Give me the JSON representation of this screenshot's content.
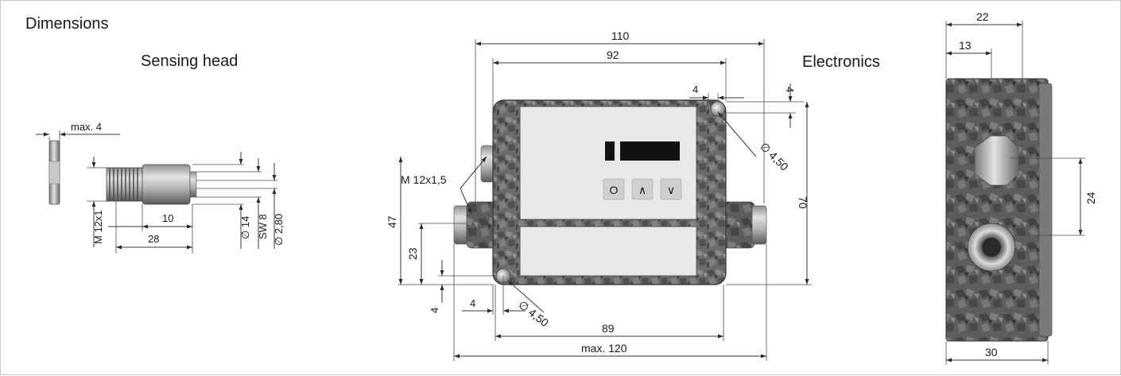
{
  "headings": {
    "title": "Dimensions",
    "sensing_head": "Sensing head",
    "electronics": "Electronics"
  },
  "sensing_head": {
    "max4": "max. 4",
    "thread": "M 12x1",
    "d10": "10",
    "d28": "28",
    "dia14": "∅ 14",
    "sw8": "SW 8",
    "dia280": "∅ 2,80"
  },
  "electronics": {
    "d110": "110",
    "d92": "92",
    "d4_top": "4",
    "d4_right": "4",
    "hole_top": "∅ 4,50",
    "d70": "70",
    "thread": "M 12x1,5",
    "d47": "47",
    "d23": "23",
    "d4_left": "4",
    "d4_bottom": "4",
    "hole_bottom": "∅ 4,50",
    "d89": "89",
    "dmax120": "max. 120",
    "buttons": [
      "O",
      "∧",
      "∨"
    ]
  },
  "side_view": {
    "d22": "22",
    "d13": "13",
    "d24": "24",
    "d30": "30"
  }
}
